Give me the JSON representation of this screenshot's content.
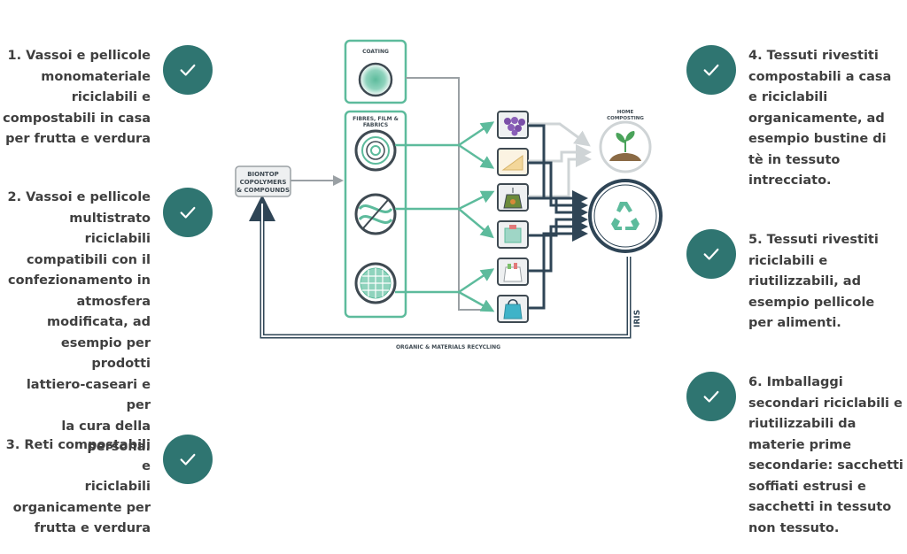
{
  "colors": {
    "check_bg": "#2f7571",
    "accent_green": "#5dbb9c",
    "dark_navy": "#2f4556",
    "gray": "#9aa0a4",
    "light_gray": "#cfd4d6",
    "text": "#3f3f3f"
  },
  "items": [
    {
      "text": "1. Vassoi e pellicole\nmonomateriale\nriciclabili e\ncompostabili in casa\nper frutta e verdura",
      "icon": "check-icon"
    },
    {
      "text": "2. Vassoi e pellicole\nmultistrato riciclabili\ncompatibili con il\nconfezionamento in\natmosfera\nmodificata, ad\nesempio per prodotti\nlattiero-caseari e per\nla cura della\npersona.",
      "icon": "check-icon"
    },
    {
      "text": "3. Reti compostabili e\nriciclabili\norganicamente per\nfrutta e verdura",
      "icon": "check-icon"
    },
    {
      "text": "4. Tessuti rivestiti\ncompostabili a casa\ne riciclabili\norganicamente, ad\nesempio bustine di\ntè in tessuto\nintrecciato.",
      "icon": "check-icon"
    },
    {
      "text": "5. Tessuti rivestiti\nriciclabili e\nriutilizzabili, ad\nesempio pellicole\nper alimenti.",
      "icon": "check-icon"
    },
    {
      "text": "6. Imballaggi\nsecondari riciclabili e\nriutilizzabili da\nmaterie prime\nsecondarie: sacchetti\nsoffiati estrusi e\nsacchetti in tessuto\nnon tessuto.",
      "icon": "check-icon"
    }
  ],
  "diagram": {
    "coating_label": "COATING",
    "fibres_label_1": "FIBRES, FILM &",
    "fibres_label_2": "FABRICS",
    "biontop_1": "BIONTOP",
    "biontop_2": "COPOLYMERS",
    "biontop_3": "& COMPOUNDS",
    "home_composting_1": "HOME",
    "home_composting_2": "COMPOSTING",
    "recycling_label": "ORGANIC & MATERIALS RECYCLING",
    "logo": "IRIS"
  }
}
